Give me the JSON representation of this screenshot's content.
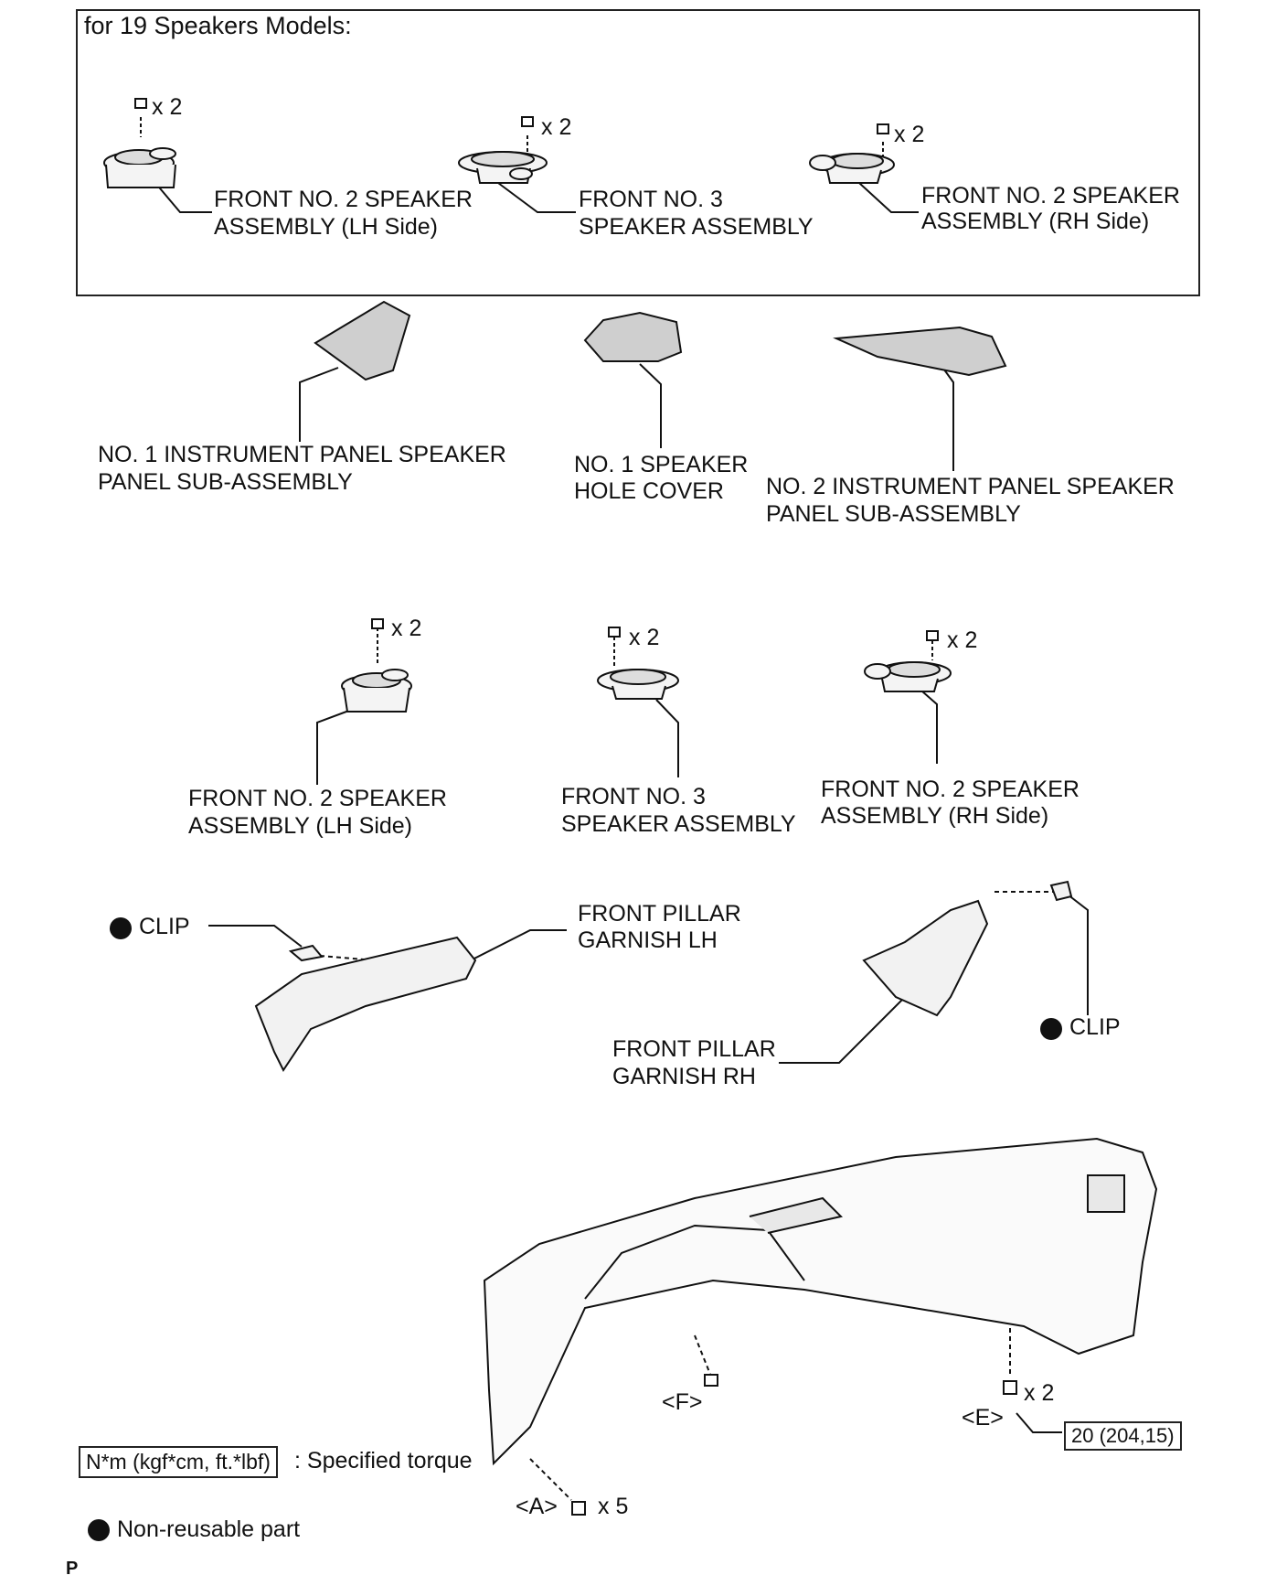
{
  "group_title": "for 19 Speakers Models:",
  "qty": {
    "x2": "x 2",
    "x5": "x 5"
  },
  "labels": {
    "top_lh_1": "FRONT NO. 2 SPEAKER",
    "top_lh_2": "ASSEMBLY  (LH Side)",
    "top_no3_1": "FRONT NO. 3",
    "top_no3_2": "SPEAKER ASSEMBLY",
    "top_rh_1": "FRONT NO. 2 SPEAKER",
    "top_rh_2": "ASSEMBLY (RH Side)",
    "panel1_1": "NO. 1 INSTRUMENT PANEL SPEAKER",
    "panel1_2": "PANEL SUB-ASSEMBLY",
    "cover_1": "NO. 1 SPEAKER",
    "cover_2": "HOLE COVER",
    "panel2_1": "NO. 2 INSTRUMENT PANEL SPEAKER",
    "panel2_2": "PANEL SUB-ASSEMBLY",
    "mid_lh_1": "FRONT NO. 2 SPEAKER",
    "mid_lh_2": "ASSEMBLY  (LH Side)",
    "mid_no3_1": "FRONT NO. 3",
    "mid_no3_2": "SPEAKER ASSEMBLY",
    "mid_rh_1": "FRONT NO. 2 SPEAKER",
    "mid_rh_2": "ASSEMBLY  (RH Side)",
    "clip": "CLIP",
    "pillar_lh_1": "FRONT PILLAR",
    "pillar_lh_2": "GARNISH LH",
    "pillar_rh_1": "FRONT PILLAR",
    "pillar_rh_2": "GARNISH RH",
    "marker_f": "<F>",
    "marker_e": "<E>",
    "marker_a": "<A>"
  },
  "torque_value": "20 (204,15)",
  "legend": {
    "torque_units": "N*m (kgf*cm, ft.*lbf)",
    "torque_desc": ": Specified torque",
    "nonreusable": "Non-reusable part"
  },
  "page_letter": "P"
}
